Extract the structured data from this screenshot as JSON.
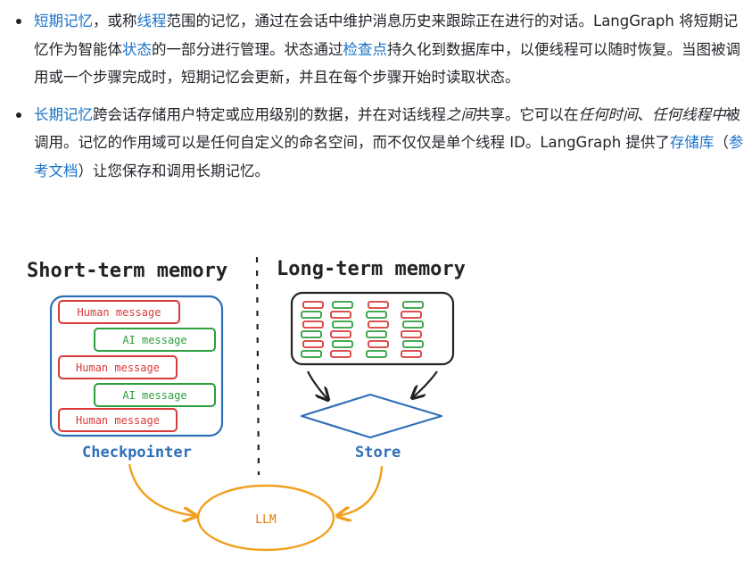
{
  "bullets": [
    {
      "link1": "短期记忆",
      "t1": "，或称",
      "link2": "线程",
      "t2": "范围的记忆，通过在会话中维护消息历史来跟踪正在进行的对话。LangGraph 将短期记忆作为智能体",
      "link3": "状态",
      "t3": "的一部分进行管理。状态通过",
      "link4": "检查点",
      "t4": "持久化到数据库中，以便线程可以随时恢复。当图被调用或一个步骤完成时，短期记忆会更新，并且在每个步骤开始时读取状态。"
    },
    {
      "link1": "长期记忆",
      "t1": "跨会话存储用户特定或应用级别的数据，并在对话线程",
      "em1": "之间",
      "t2": "共享。它可以在",
      "em2": "任何时间",
      "t3": "、",
      "em3": "任何线程中",
      "t4": "被调用。记忆的作用域可以是任何自定义的命名空间，而不仅仅是单个线程 ID。LangGraph 提供了",
      "link2": "存储库",
      "t5": "（",
      "link3": "参考文档",
      "t6": "）让您保存和调用长期记忆。"
    }
  ],
  "diagram": {
    "short_title": "Short-term memory",
    "long_title": "Long-term memory",
    "messages": [
      "Human message",
      "AI message",
      "Human message",
      "AI message",
      "Human message"
    ],
    "checkpointer_label": "Checkpointer",
    "store_label": "Store",
    "llm_label": "LLM",
    "colors": {
      "human": "#d93a3a",
      "ai": "#2e9e3e",
      "blue": "#2f6fb8",
      "orange": "#f0a01e"
    }
  }
}
